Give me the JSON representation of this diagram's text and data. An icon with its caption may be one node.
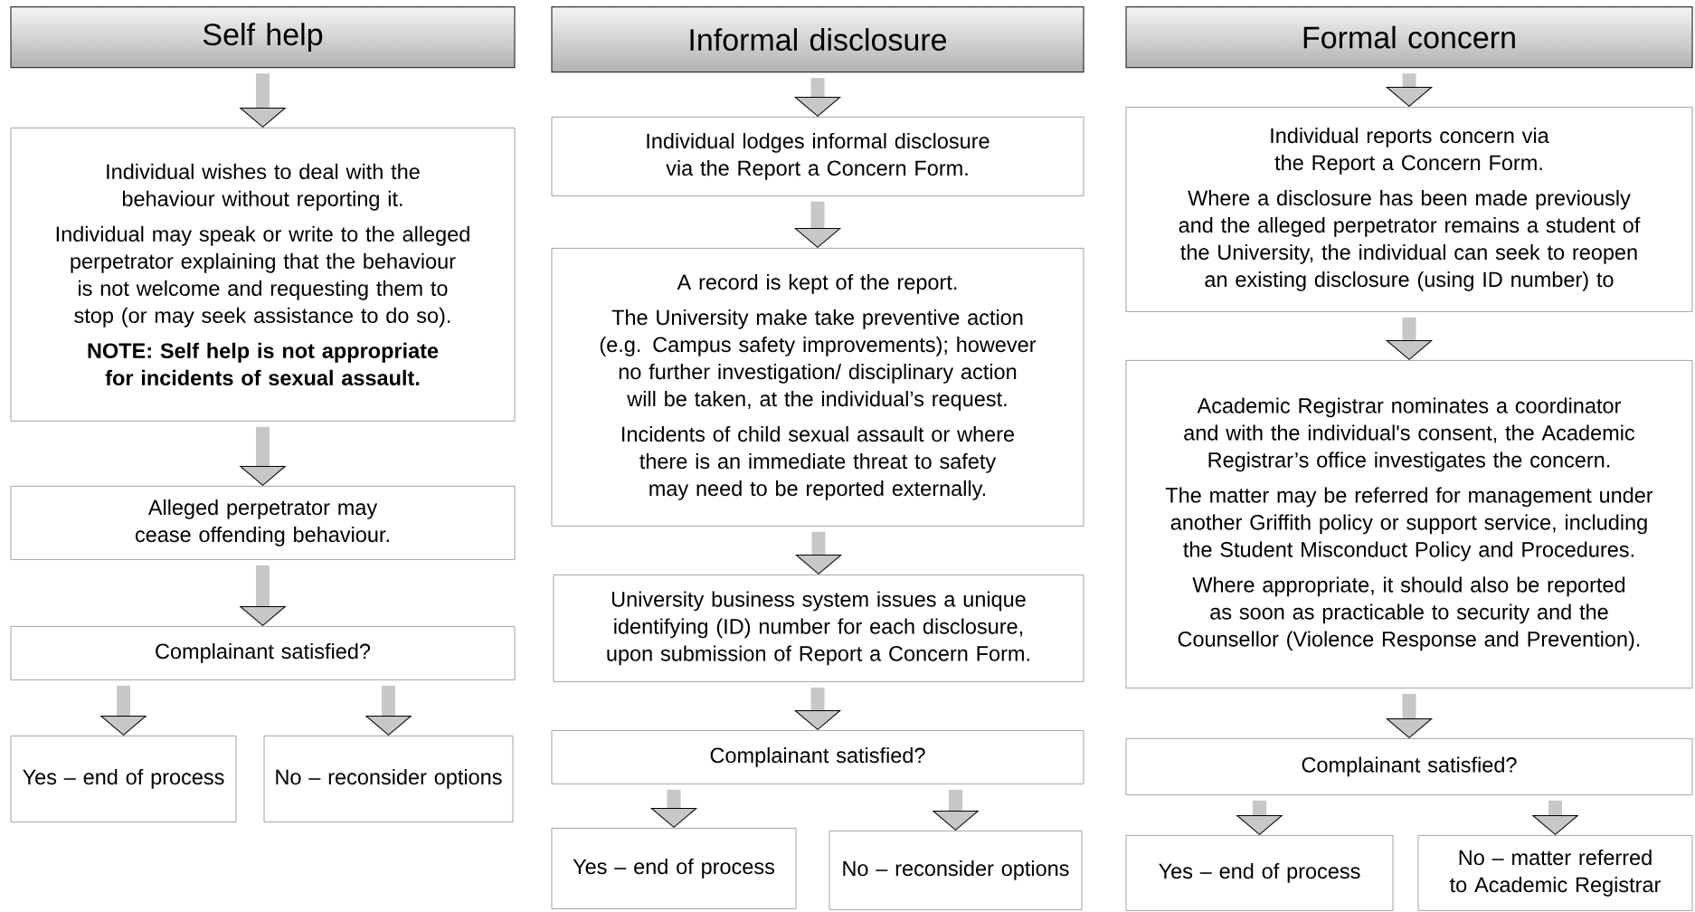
{
  "diagram": {
    "nodes": [
      {
        "text": [
          "Self help"
        ]
      },
      {
        "text": [
          "Individual wishes to deal with the behaviour without reporting it.",
          "Individual may speak or write to the alleged perpetrator explaining that the behaviour is not welcome and requesting them to stop (or may seek assistance to do so).",
          "NOTE: Self help is not appropriate for incidents of sexual assault."
        ]
      },
      {
        "text": [
          "Alleged perpetrator may cease offending behaviour."
        ]
      },
      {
        "text": [
          "Complainant satisfied?"
        ]
      },
      {
        "text": [
          "Yes – end of process"
        ]
      },
      {
        "text": [
          "No – reconsider options"
        ]
      },
      {
        "text": [
          "Informal disclosure"
        ]
      },
      {
        "text": [
          "Individual lodges informal disclosure via the Report a Concern Form."
        ]
      },
      {
        "text": [
          "A record is kept of the report.",
          "The University make take preventive action (e.g. Campus safety improvements); however no further investigation/ disciplinary action will be taken, at the individual’s request.",
          "Incidents of child sexual assault or where there is an immediate threat to safety may need to be reported externally."
        ]
      },
      {
        "text": [
          "University business system issues a unique identifying (ID) number for each disclosure, upon submission of Report a Concern Form."
        ]
      },
      {
        "text": [
          "Complainant satisfied?"
        ]
      },
      {
        "text": [
          "Yes – end of process"
        ]
      },
      {
        "text": [
          "No – reconsider options"
        ]
      },
      {
        "text": [
          "Formal concern"
        ]
      },
      {
        "text": [
          "Individual reports concern via the Report a Concern Form.",
          "Where a disclosure has been made previously and the alleged perpetrator remains a student of the University, the individual can seek to reopen an existing disclosure (using ID number) to"
        ]
      },
      {
        "text": [
          "Academic Registrar nominates a coordinator and with the individual's consent, the Academic Registrar’s office investigates the concern.",
          "The matter may be referred for management under another Griffith policy or support service, including the Student Misconduct Policy and Procedures.",
          "Where appropriate, it should also be reported as soon as practicable to security and the Counsellor (Violence Response and Prevention)."
        ]
      },
      {
        "text": [
          "Complainant satisfied?"
        ]
      },
      {
        "text": [
          "Yes – end of process"
        ]
      },
      {
        "text": [
          "No – matter referred to Academic Registrar"
        ]
      }
    ],
    "edges": [
      {
        "from": 0,
        "to": 1,
        "arrow": "to"
      },
      {
        "from": 1,
        "to": 2,
        "arrow": "to"
      },
      {
        "from": 2,
        "to": 3,
        "arrow": "to"
      },
      {
        "from": 3,
        "to": 4,
        "arrow": "to"
      },
      {
        "from": 3,
        "to": 5,
        "arrow": "to"
      },
      {
        "from": 6,
        "to": 7,
        "arrow": "to"
      },
      {
        "from": 7,
        "to": 8,
        "arrow": "to"
      },
      {
        "from": 8,
        "to": 9,
        "arrow": "to"
      },
      {
        "from": 9,
        "to": 10,
        "arrow": "to"
      },
      {
        "from": 10,
        "to": 11,
        "arrow": "to"
      },
      {
        "from": 10,
        "to": 12,
        "arrow": "to"
      },
      {
        "from": 13,
        "to": 14,
        "arrow": "to"
      },
      {
        "from": 14,
        "to": 15,
        "arrow": "to"
      },
      {
        "from": 15,
        "to": 16,
        "arrow": "to"
      },
      {
        "from": 16,
        "to": 17,
        "arrow": "to"
      },
      {
        "from": 16,
        "to": 18,
        "arrow": "to"
      }
    ]
  }
}
